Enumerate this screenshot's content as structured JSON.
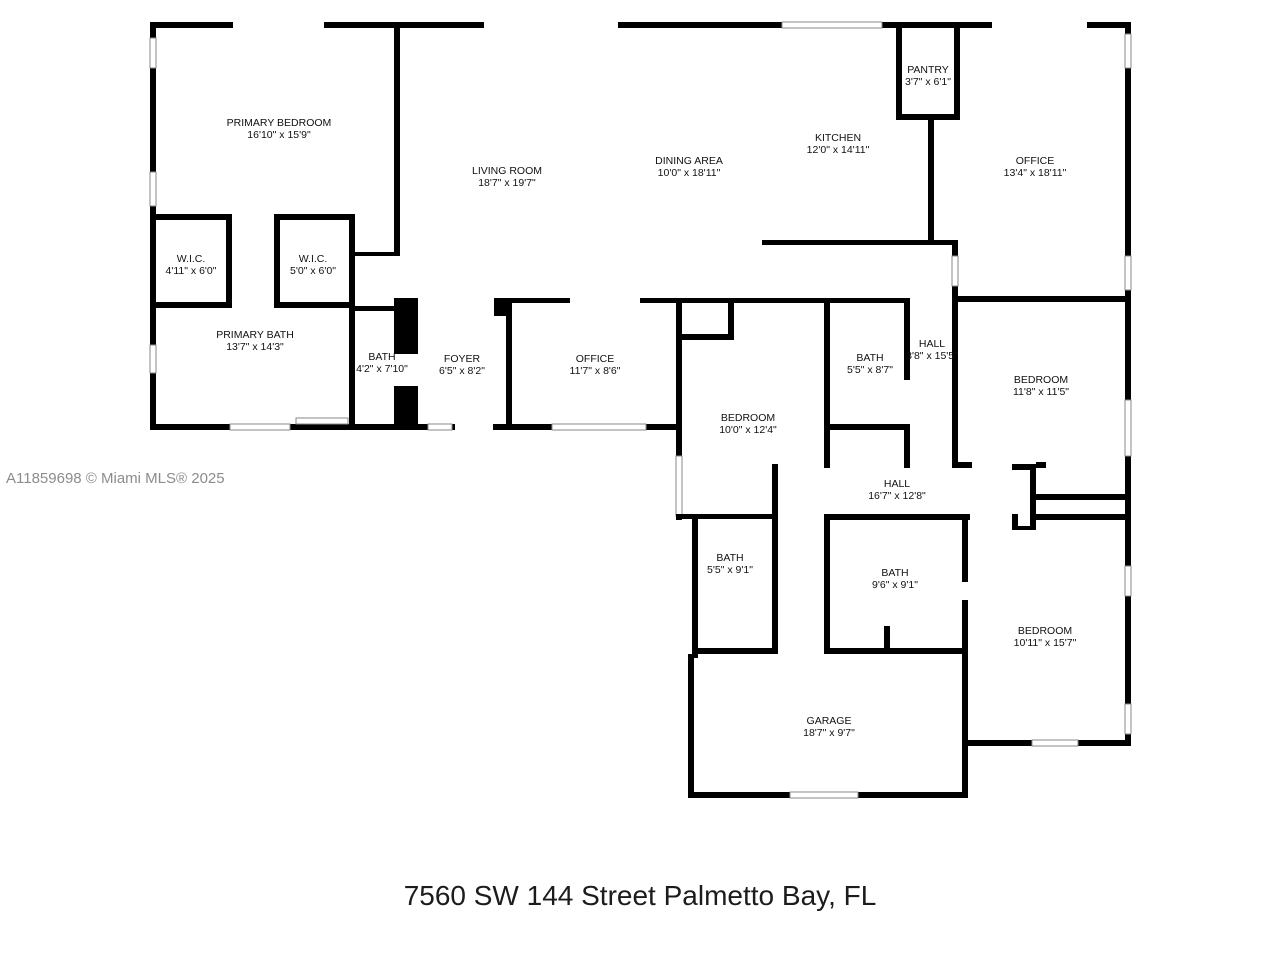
{
  "watermark": "A11859698 © Miami MLS® 2025",
  "address": "7560 SW 144 Street Palmetto Bay, FL",
  "rooms": [
    {
      "name": "PRIMARY BEDROOM",
      "dims": "16'10\" x 15'9\""
    },
    {
      "name": "W.I.C.",
      "dims": "4'11\" x 6'0\""
    },
    {
      "name": "W.I.C.",
      "dims": "5'0\" x 6'0\""
    },
    {
      "name": "PRIMARY BATH",
      "dims": "13'7\" x 14'3\""
    },
    {
      "name": "BATH",
      "dims": "4'2\" x 7'10\""
    },
    {
      "name": "FOYER",
      "dims": "6'5\" x 8'2\""
    },
    {
      "name": "LIVING ROOM",
      "dims": "18'7\" x 19'7\""
    },
    {
      "name": "DINING AREA",
      "dims": "10'0\" x 18'11\""
    },
    {
      "name": "KITCHEN",
      "dims": "12'0\" x 14'11\""
    },
    {
      "name": "PANTRY",
      "dims": "3'7\" x 6'1\""
    },
    {
      "name": "OFFICE",
      "dims": "13'4\" x 18'11\""
    },
    {
      "name": "OFFICE",
      "dims": "11'7\" x 8'6\""
    },
    {
      "name": "BEDROOM",
      "dims": "10'0\" x 12'4\""
    },
    {
      "name": "BATH",
      "dims": "5'5\" x 8'7\""
    },
    {
      "name": "HALL",
      "dims": "3'8\" x 15'5\""
    },
    {
      "name": "BEDROOM",
      "dims": "11'8\" x 11'5\""
    },
    {
      "name": "HALL",
      "dims": "16'7\" x 12'8\""
    },
    {
      "name": "BATH",
      "dims": "5'5\" x 9'1\""
    },
    {
      "name": "BATH",
      "dims": "9'6\" x 9'1\""
    },
    {
      "name": "BEDROOM",
      "dims": "10'11\" x 15'7\""
    },
    {
      "name": "GARAGE",
      "dims": "18'7\" x 9'7\""
    }
  ]
}
